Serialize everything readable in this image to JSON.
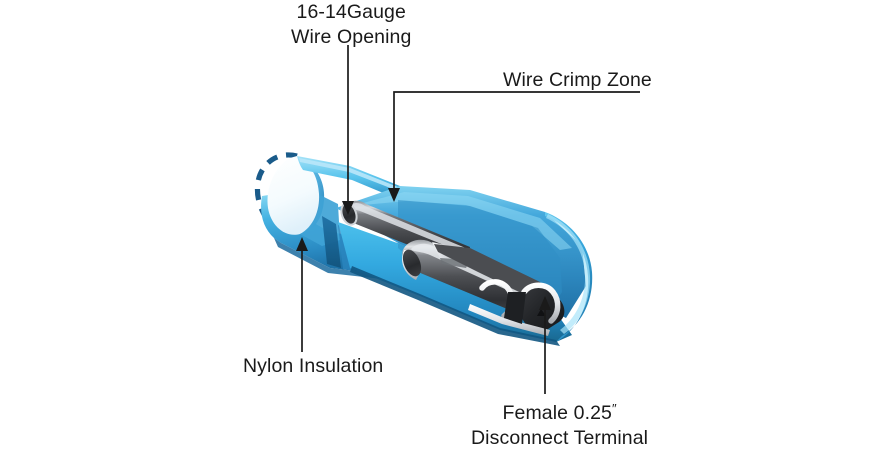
{
  "diagram": {
    "title": "Female 0.25\" Disconnect Terminal cutaway diagram",
    "background_color": "#ffffff",
    "text_color": "#1a1a1a",
    "leader_color": "#1a1a1a",
    "colors": {
      "nylon_bright": "#35b4e5",
      "nylon_mid": "#2f8fc4",
      "nylon_dark": "#1c6fa5",
      "nylon_deep": "#13527e",
      "nylon_light": "#8ed8f2",
      "metal_dark": "#2b2b2e",
      "metal_mid": "#5d5f62",
      "metal_light": "#b9bcc0",
      "metal_highlight": "#e9ecef",
      "dashed_arc": "#1a5b8a"
    }
  },
  "callouts": {
    "gauge": {
      "line1": "16-14Gauge",
      "line2": "Wire Opening"
    },
    "crimp": {
      "line1": "Wire Crimp Zone"
    },
    "nylon": {
      "line1": "Nylon Insulation"
    },
    "female": {
      "line1_text": "Female 0.25",
      "line1_unit": "″",
      "line2": "Disconnect Terminal"
    }
  }
}
